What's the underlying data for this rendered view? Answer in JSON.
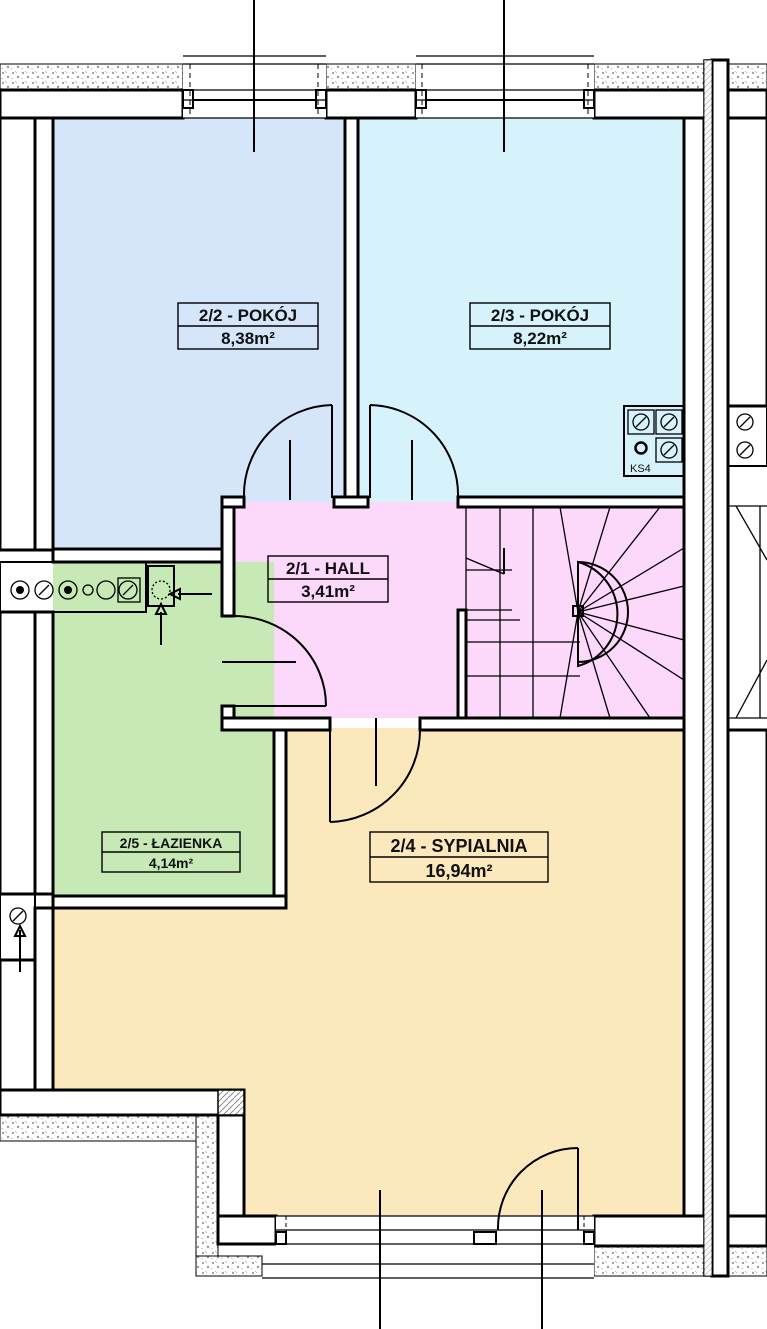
{
  "rooms": {
    "r22": {
      "name": "2/2 - POKÓJ",
      "area": "8,38m²",
      "color": "#d6e6fa"
    },
    "r23": {
      "name": "2/3 - POKÓJ",
      "area": "8,22m²",
      "color": "#d6f3fc"
    },
    "r21": {
      "name": "2/1 - HALL",
      "area": "3,41m²",
      "color": "#fcd8fb"
    },
    "r25": {
      "name": "2/5 - ŁAZIENKA",
      "area": "4,14m²",
      "color": "#c6e9b6"
    },
    "r24": {
      "name": "2/4 - SYPIALNIA",
      "area": "16,94m²",
      "color": "#fbe8bd"
    }
  },
  "ventilation": {
    "label": "KS4"
  }
}
